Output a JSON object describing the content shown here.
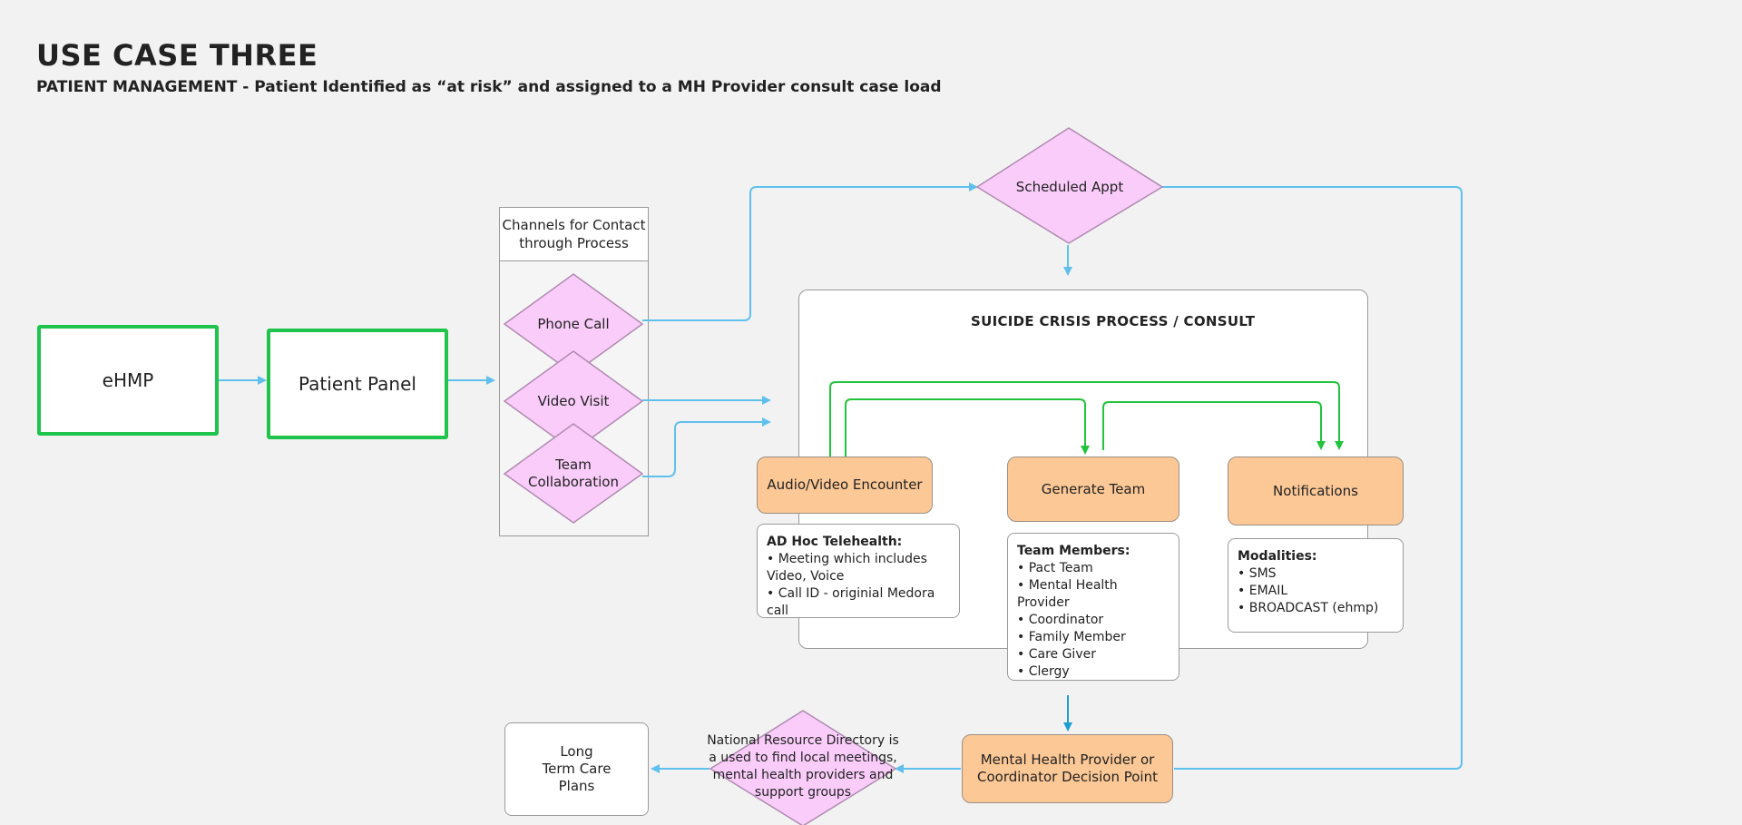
{
  "header": {
    "title": "USE CASE THREE",
    "subtitle": "PATIENT MANAGEMENT - Patient Identified as “at risk” and assigned to a MH Provider consult case load"
  },
  "nodes": {
    "ehmp": "eHMP",
    "patient_panel": "Patient Panel",
    "channels_title": "Channels for Contact through Process",
    "phone_call": "Phone Call",
    "video_visit": "Video Visit",
    "team_collaboration": "Team Collaboration",
    "scheduled_appt": "Scheduled Appt",
    "crisis_title": "SUICIDE CRISIS PROCESS / CONSULT",
    "av_encounter": "Audio/Video Encounter",
    "generate_team": "Generate Team",
    "notifications": "Notifications",
    "decision_point": "Mental Health Provider or Coordinator Decision Point",
    "resource_directory": "National Resource Directory is a used to find local meetings, mental health providers and support groups",
    "long_term": "Long Term Care Plans"
  },
  "notes": {
    "telehealth": {
      "heading": "AD Hoc Telehealth:",
      "items": [
        "Meeting which includes Video, Voice",
        "Call ID - originial Medora call"
      ]
    },
    "team_members": {
      "heading": "Team Members:",
      "items": [
        "Pact Team",
        "Mental Health Provider",
        "Coordinator",
        "Family Member",
        "Care Giver",
        "Clergy"
      ]
    },
    "modalities": {
      "heading": "Modalities:",
      "items": [
        "SMS",
        "EMAIL",
        "BROADCAST (ehmp)"
      ]
    }
  },
  "colors": {
    "diamond_fill": "#f9ccf9",
    "orange_fill": "#fcc896",
    "green_border": "#1ec44b",
    "blue_line": "#5fc0ee",
    "green_line": "#22c43b"
  }
}
